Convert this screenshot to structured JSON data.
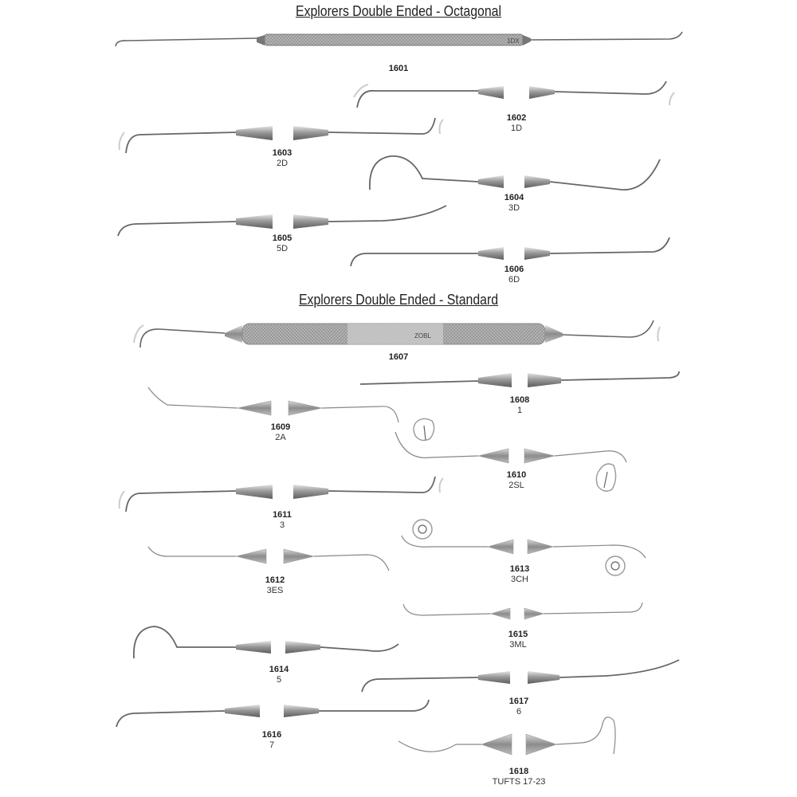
{
  "sections": [
    {
      "title": "Explorers Double Ended - Octagonal"
    },
    {
      "title": "Explorers Double Ended - Standard"
    }
  ],
  "instruments": [
    {
      "code": "1601",
      "model": "",
      "handle_marking": "1DX"
    },
    {
      "code": "1602",
      "model": "1D"
    },
    {
      "code": "1603",
      "model": "2D"
    },
    {
      "code": "1604",
      "model": "3D"
    },
    {
      "code": "1605",
      "model": "5D"
    },
    {
      "code": "1606",
      "model": "6D"
    },
    {
      "code": "1607",
      "model": "",
      "handle_marking": "ZOBL"
    },
    {
      "code": "1608",
      "model": "1"
    },
    {
      "code": "1609",
      "model": "2A"
    },
    {
      "code": "1610",
      "model": "2SL"
    },
    {
      "code": "1611",
      "model": "3"
    },
    {
      "code": "1612",
      "model": "3ES"
    },
    {
      "code": "1613",
      "model": "3CH"
    },
    {
      "code": "1614",
      "model": "5"
    },
    {
      "code": "1615",
      "model": "3ML"
    },
    {
      "code": "1616",
      "model": "7"
    },
    {
      "code": "1617",
      "model": "6"
    },
    {
      "code": "1618",
      "model": "TUFTS 17-23"
    }
  ],
  "colors": {
    "steel": "#8a8a8a",
    "steel_dark": "#555555",
    "steel_light": "#c8c8c8"
  }
}
